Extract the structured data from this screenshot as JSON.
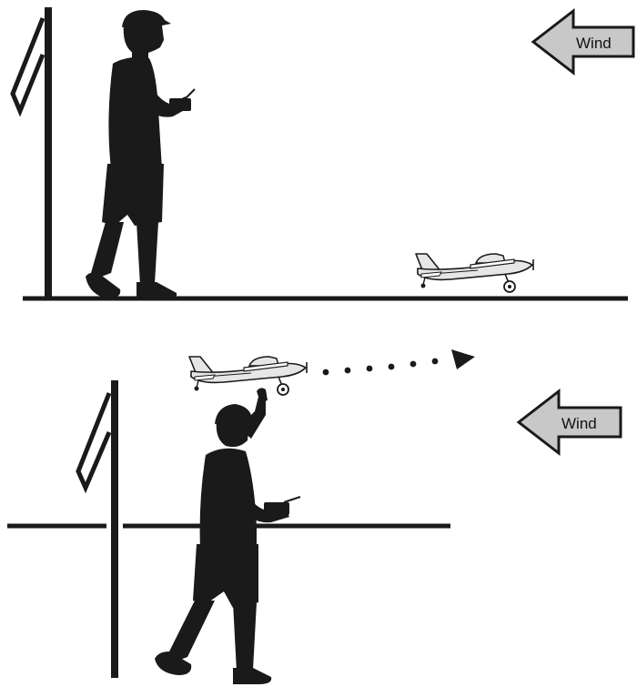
{
  "panels": [
    {
      "id": "ground-takeoff",
      "wind_label": "Wind"
    },
    {
      "id": "hand-launch",
      "wind_label": "Wind"
    }
  ],
  "colors": {
    "silhouette": "#1a1a1a",
    "arrow_fill": "#c8c8c8",
    "plane_body": "#e6e6e6",
    "outline": "#1a1a1a"
  }
}
